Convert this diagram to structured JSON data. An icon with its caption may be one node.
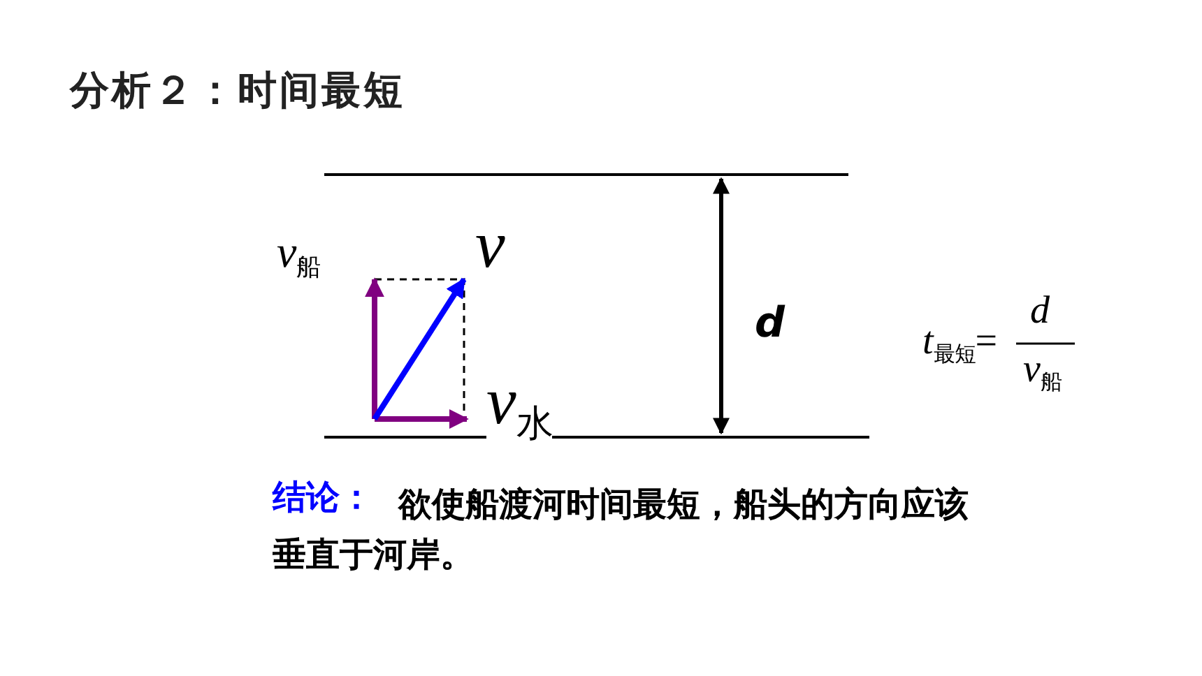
{
  "diagram": {
    "title": "分析２：时间最短",
    "labels": [
      "*v*$_{船}$",
      "v",
      "d",
      "*t*$_{最短}$=",
      "d",
      "*v*$_{船}$",
      "*v*$_{水}$",
      "结论：",
      "欲使船渡河时间最短，船头的方向应该垂直于河岸。"
    ]
  }
}
